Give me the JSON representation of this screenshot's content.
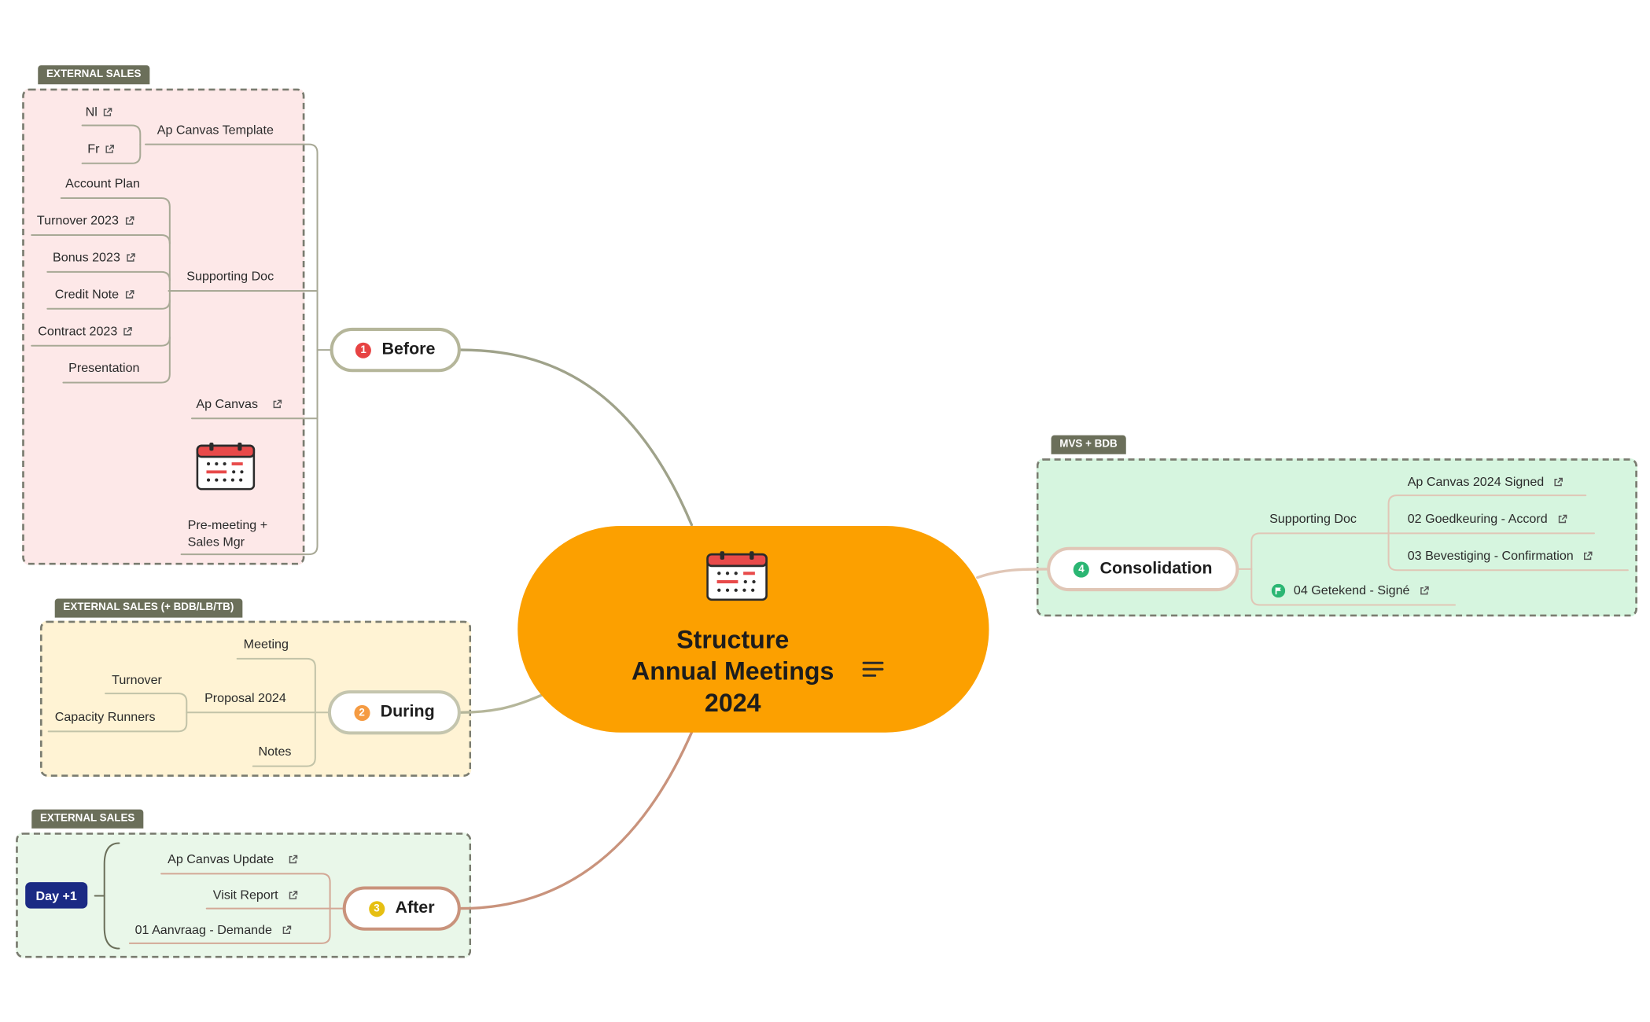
{
  "central": {
    "title": "Structure\nAnnual Meetings\n2024",
    "icon": "calendar-icon",
    "notes_icon": "notes-icon",
    "color": "#fca000"
  },
  "before": {
    "label": "Before",
    "number": "1",
    "number_color": "#e74343",
    "line_color": "#9fa28a",
    "boundary": {
      "label": "EXTERNAL SALES",
      "fill": "#fde8e8"
    },
    "ap_canvas_template": {
      "label": "Ap Canvas Template",
      "links": [
        "Nl",
        "Fr"
      ]
    },
    "supporting_doc": {
      "label": "Supporting Doc",
      "items": [
        "Account Plan",
        "Turnover 2023",
        "Bonus 2023",
        "Credit Note",
        "Contract 2023",
        "Presentation"
      ]
    },
    "ap_canvas": "Ap Canvas",
    "pre_meeting": {
      "label": "Pre-meeting +\nSales Mgr",
      "icon": "calendar-icon"
    }
  },
  "during": {
    "label": "During",
    "number": "2",
    "number_color": "#f59b42",
    "line_color": "#b5b69a",
    "boundary": {
      "label": "EXTERNAL SALES (+ BDB/LB/TB)",
      "fill": "#fff3d4"
    },
    "meeting": "Meeting",
    "proposal": {
      "label": "Proposal 2024",
      "items": [
        "Turnover",
        "Capacity Runners"
      ]
    },
    "notes": "Notes"
  },
  "after": {
    "label": "After",
    "number": "3",
    "number_color": "#e6bf12",
    "line_color": "#c9937c",
    "boundary": {
      "label": "EXTERNAL SALES",
      "fill": "#e9f7e9"
    },
    "summary": "Day +1",
    "items": [
      "Ap Canvas Update",
      "Visit Report",
      "01 Aanvraag - Demande"
    ]
  },
  "consolidation": {
    "label": "Consolidation",
    "number": "4",
    "number_color": "#2bb673",
    "line_color": "#e0c6b6",
    "boundary": {
      "label": "MVS + BDB",
      "fill": "#d6f5df"
    },
    "supporting_doc": {
      "label": "Supporting Doc",
      "items": [
        "Ap Canvas 2024 Signed",
        "02 Goedkeuring - Accord",
        "03 Bevestiging - Confirmation"
      ]
    },
    "signed": "04 Getekend - Signé",
    "signed_icon": "flag-icon"
  }
}
